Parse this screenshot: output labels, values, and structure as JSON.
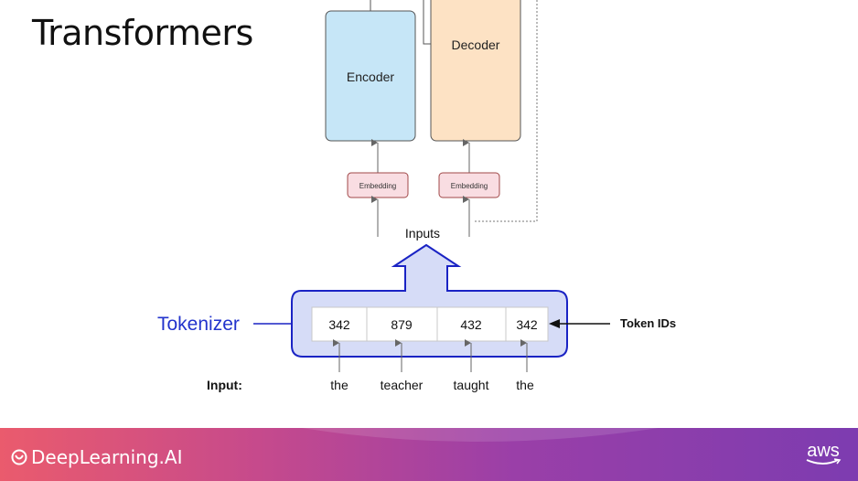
{
  "slide": {
    "title": "Transformers"
  },
  "diagram": {
    "encoder_label": "Encoder",
    "decoder_label": "Decoder",
    "encoder_embedding_label": "Embedding",
    "decoder_embedding_label": "Embedding",
    "inputs_label": "Inputs",
    "tokenizer_label": "Tokenizer",
    "token_ids_label": "Token IDs",
    "input_label": "Input:",
    "token_ids": [
      "342",
      "879",
      "432",
      "342"
    ],
    "input_words": [
      "the",
      "teacher",
      "taught",
      "the"
    ],
    "colors": {
      "encoder_fill": "#c6e6f7",
      "decoder_fill": "#fde2c4",
      "embedding_fill": "#f9dde2",
      "tokenizer_fill": "#d6dcf7",
      "tokenizer_stroke": "#1a23c4",
      "tokenizer_text": "#2233cc"
    }
  },
  "footer": {
    "brand": "DeepLearning.AI",
    "partner": "aws"
  }
}
